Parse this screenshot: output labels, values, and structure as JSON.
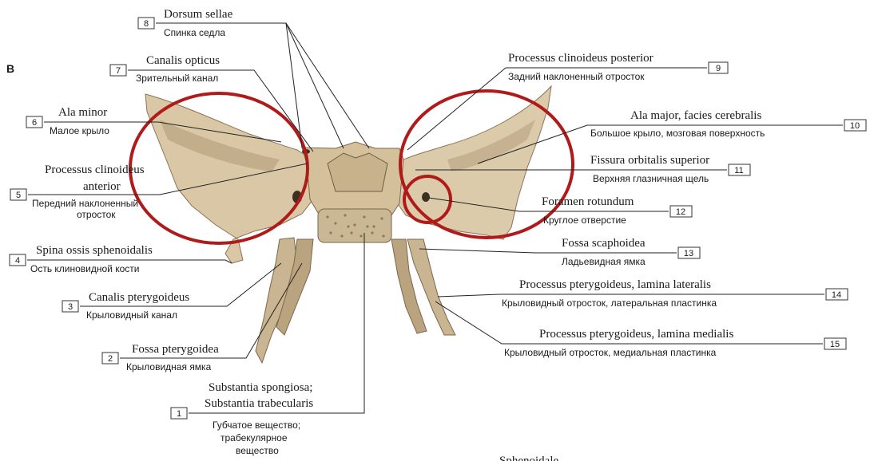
{
  "figure": {
    "letter": "B",
    "cropped_caption": "Sphenoidale ..."
  },
  "colors": {
    "highlight_circle": "#b11a1a",
    "bone": "#d9c7a5",
    "bone_shadow": "#a99270",
    "bone_dark": "#6e5b45"
  },
  "labels": [
    {
      "num": "1",
      "latin": "Substantia spongiosa;",
      "latin2": "Substantia trabecularis",
      "russian": "Губчатое вещество;",
      "russian2": "трабекулярное",
      "russian3": "вещество"
    },
    {
      "num": "2",
      "latin": "Fossa pterygoidea",
      "russian": "Крыловидная ямка"
    },
    {
      "num": "3",
      "latin": "Canalis pterygoideus",
      "russian": "Крыловидный канал"
    },
    {
      "num": "4",
      "latin": "Spina ossis sphenoidalis",
      "russian": "Ость клиновидной кости"
    },
    {
      "num": "5",
      "latin": "Processus clinoideus",
      "latin2": "anterior",
      "russian": "Передний наклоненный",
      "russian2": "отросток"
    },
    {
      "num": "6",
      "latin": "Ala minor",
      "russian": "Малое крыло"
    },
    {
      "num": "7",
      "latin": "Canalis opticus",
      "russian": "Зрительный канал"
    },
    {
      "num": "8",
      "latin": "Dorsum sellae",
      "russian": "Спинка седла"
    },
    {
      "num": "9",
      "latin": "Processus clinoideus posterior",
      "russian": "Задний наклоненный отросток"
    },
    {
      "num": "10",
      "latin": "Ala major, facies cerebralis",
      "russian": "Большое крыло, мозговая поверхность"
    },
    {
      "num": "11",
      "latin": "Fissura orbitalis superior",
      "russian": "Верхняя глазничная щель"
    },
    {
      "num": "12",
      "latin": "Foramen rotundum",
      "russian": "Круглое отверстие"
    },
    {
      "num": "13",
      "latin": "Fossa scaphoidea",
      "russian": "Ладьевидная ямка"
    },
    {
      "num": "14",
      "latin": "Processus pterygoideus, lamina lateralis",
      "russian": "Крыловидный отросток, латеральная пластинка"
    },
    {
      "num": "15",
      "latin": "Processus pterygoideus, lamina medialis",
      "russian": "Крыловидный отросток, медиальная пластинка"
    }
  ]
}
